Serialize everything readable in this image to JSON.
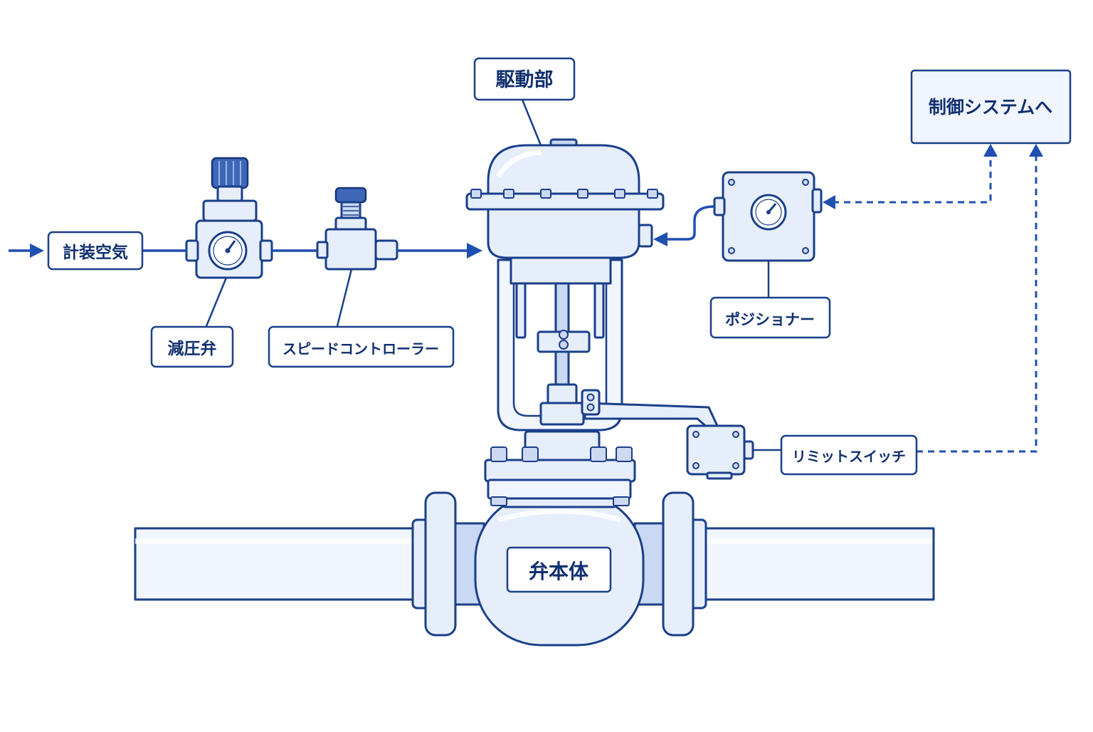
{
  "labels": {
    "instrument_air": "計装空気",
    "pressure_reducing_valve": "減圧弁",
    "speed_controller": "スピードコントローラー",
    "actuator": "駆動部",
    "positioner": "ポジショナー",
    "to_control_system": "制御システムへ",
    "limit_switch": "リミットスイッチ",
    "valve_body": "弁本体"
  },
  "colors": {
    "line": "#1a3f8a",
    "flow_arrow": "#1f4fb0",
    "part_fill": "#e6eefb",
    "adjust_knob": "#3e67b8",
    "label_text": "#10306e"
  },
  "icons": [
    "pressure-gauge-icon",
    "adjust-knob-icon",
    "flow-arrow-icon",
    "signal-arrow-icon"
  ]
}
